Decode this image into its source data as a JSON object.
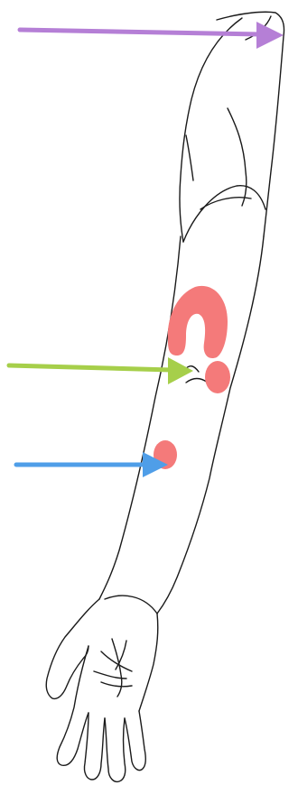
{
  "diagram": {
    "background": "#ffffff",
    "outline_color": "#1a1a1a",
    "arrows": [
      {
        "id": "upper-arrow",
        "color": "#b57fd6"
      },
      {
        "id": "middle-arrow",
        "color": "#a6cf4a"
      },
      {
        "id": "lower-arrow",
        "color": "#4f9ee8"
      }
    ],
    "pain_regions": [
      {
        "id": "elbow-crescent",
        "color": "#f47a7a"
      },
      {
        "id": "medial-epicondyle-spot",
        "color": "#f47a7a"
      },
      {
        "id": "forearm-spot",
        "color": "#f47a7a"
      }
    ]
  }
}
